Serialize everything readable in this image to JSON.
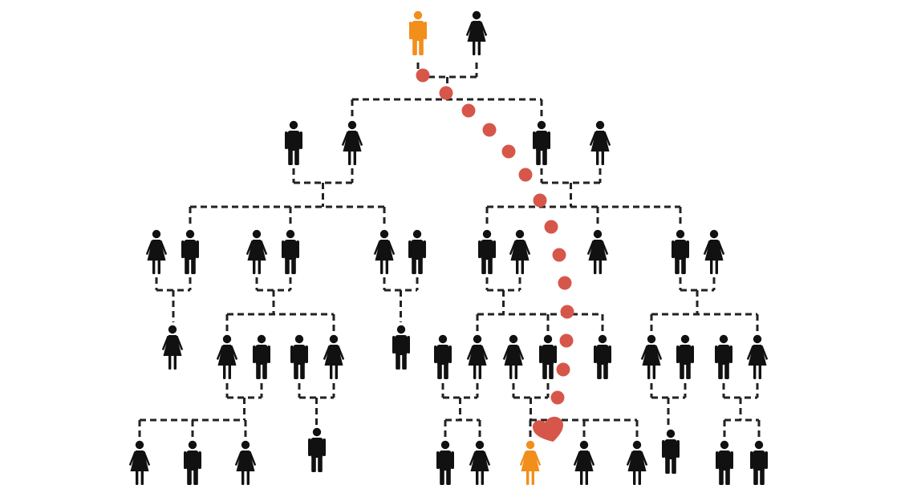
{
  "diagram": {
    "colors": {
      "line": "#222222",
      "person": "#111111",
      "highlight": "#f28e1c",
      "path": "#d6574a"
    },
    "icons": {
      "male": "male-figure-icon",
      "female": "female-figure-icon",
      "heart": "heart-icon"
    },
    "people": [
      {
        "id": "g0-m",
        "gender": "male",
        "highlight": true
      },
      {
        "id": "g0-f",
        "gender": "female"
      },
      {
        "id": "g1-a-m",
        "gender": "male"
      },
      {
        "id": "g1-a-f",
        "gender": "female"
      },
      {
        "id": "g1-b-m",
        "gender": "male"
      },
      {
        "id": "g1-b-f",
        "gender": "female"
      },
      {
        "id": "g2-1-f",
        "gender": "female"
      },
      {
        "id": "g2-1-m",
        "gender": "male"
      },
      {
        "id": "g2-2-f",
        "gender": "female"
      },
      {
        "id": "g2-2-m",
        "gender": "male"
      },
      {
        "id": "g2-3-f",
        "gender": "female"
      },
      {
        "id": "g2-3-m",
        "gender": "male"
      },
      {
        "id": "g2-4-m",
        "gender": "male"
      },
      {
        "id": "g2-4-f",
        "gender": "female"
      },
      {
        "id": "g2-5-f",
        "gender": "female"
      },
      {
        "id": "g2-6-m",
        "gender": "male"
      },
      {
        "id": "g2-6-f",
        "gender": "female"
      },
      {
        "id": "g3-1",
        "gender": "female"
      },
      {
        "id": "g3-2-f",
        "gender": "female"
      },
      {
        "id": "g3-2-m",
        "gender": "male"
      },
      {
        "id": "g3-3-m",
        "gender": "male"
      },
      {
        "id": "g3-3-f",
        "gender": "female"
      },
      {
        "id": "g3-4",
        "gender": "male"
      },
      {
        "id": "g3-5-m",
        "gender": "male"
      },
      {
        "id": "g3-5-f",
        "gender": "female"
      },
      {
        "id": "g3-6-f",
        "gender": "female"
      },
      {
        "id": "g3-6-m",
        "gender": "male"
      },
      {
        "id": "g3-7",
        "gender": "male"
      },
      {
        "id": "g3-8-f",
        "gender": "female"
      },
      {
        "id": "g3-8-m",
        "gender": "male"
      },
      {
        "id": "g3-9-m",
        "gender": "male"
      },
      {
        "id": "g3-9-f",
        "gender": "female"
      },
      {
        "id": "g4-1",
        "gender": "female"
      },
      {
        "id": "g4-2",
        "gender": "male"
      },
      {
        "id": "g4-3",
        "gender": "female"
      },
      {
        "id": "g4-4",
        "gender": "male"
      },
      {
        "id": "g4-5",
        "gender": "male"
      },
      {
        "id": "g4-6",
        "gender": "female"
      },
      {
        "id": "g4-7",
        "gender": "female",
        "highlight": true
      },
      {
        "id": "g4-8",
        "gender": "female"
      },
      {
        "id": "g4-9",
        "gender": "female"
      },
      {
        "id": "g4-10",
        "gender": "male"
      },
      {
        "id": "g4-11",
        "gender": "male"
      },
      {
        "id": "g4-12",
        "gender": "male"
      }
    ]
  }
}
